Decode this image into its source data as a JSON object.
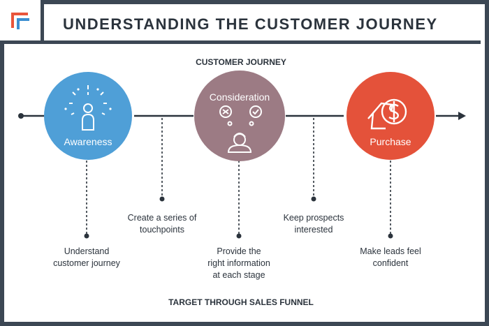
{
  "header": {
    "title": "UNDERSTANDING THE CUSTOMER JOURNEY"
  },
  "diagram": {
    "top_heading": "CUSTOMER JOURNEY",
    "bottom_heading": "TARGET THROUGH SALES FUNNEL",
    "stages": [
      {
        "label": "Awareness",
        "color": "#4f9fd7",
        "icon": "person-idea-icon"
      },
      {
        "label": "Consideration",
        "color": "#9c7b84",
        "icon": "thinking-person-icon"
      },
      {
        "label": "Purchase",
        "color": "#e4523a",
        "icon": "dollar-tag-icon"
      }
    ],
    "descriptions": [
      "Understand customer journey",
      "Create a series of touchpoints",
      "Provide the right information at each stage",
      "Keep prospects interested",
      "Make leads feel confident"
    ]
  },
  "colors": {
    "frame": "#3c4754",
    "text": "#2b333c",
    "logo_orange": "#e9553b",
    "logo_blue": "#3d8fd1"
  }
}
